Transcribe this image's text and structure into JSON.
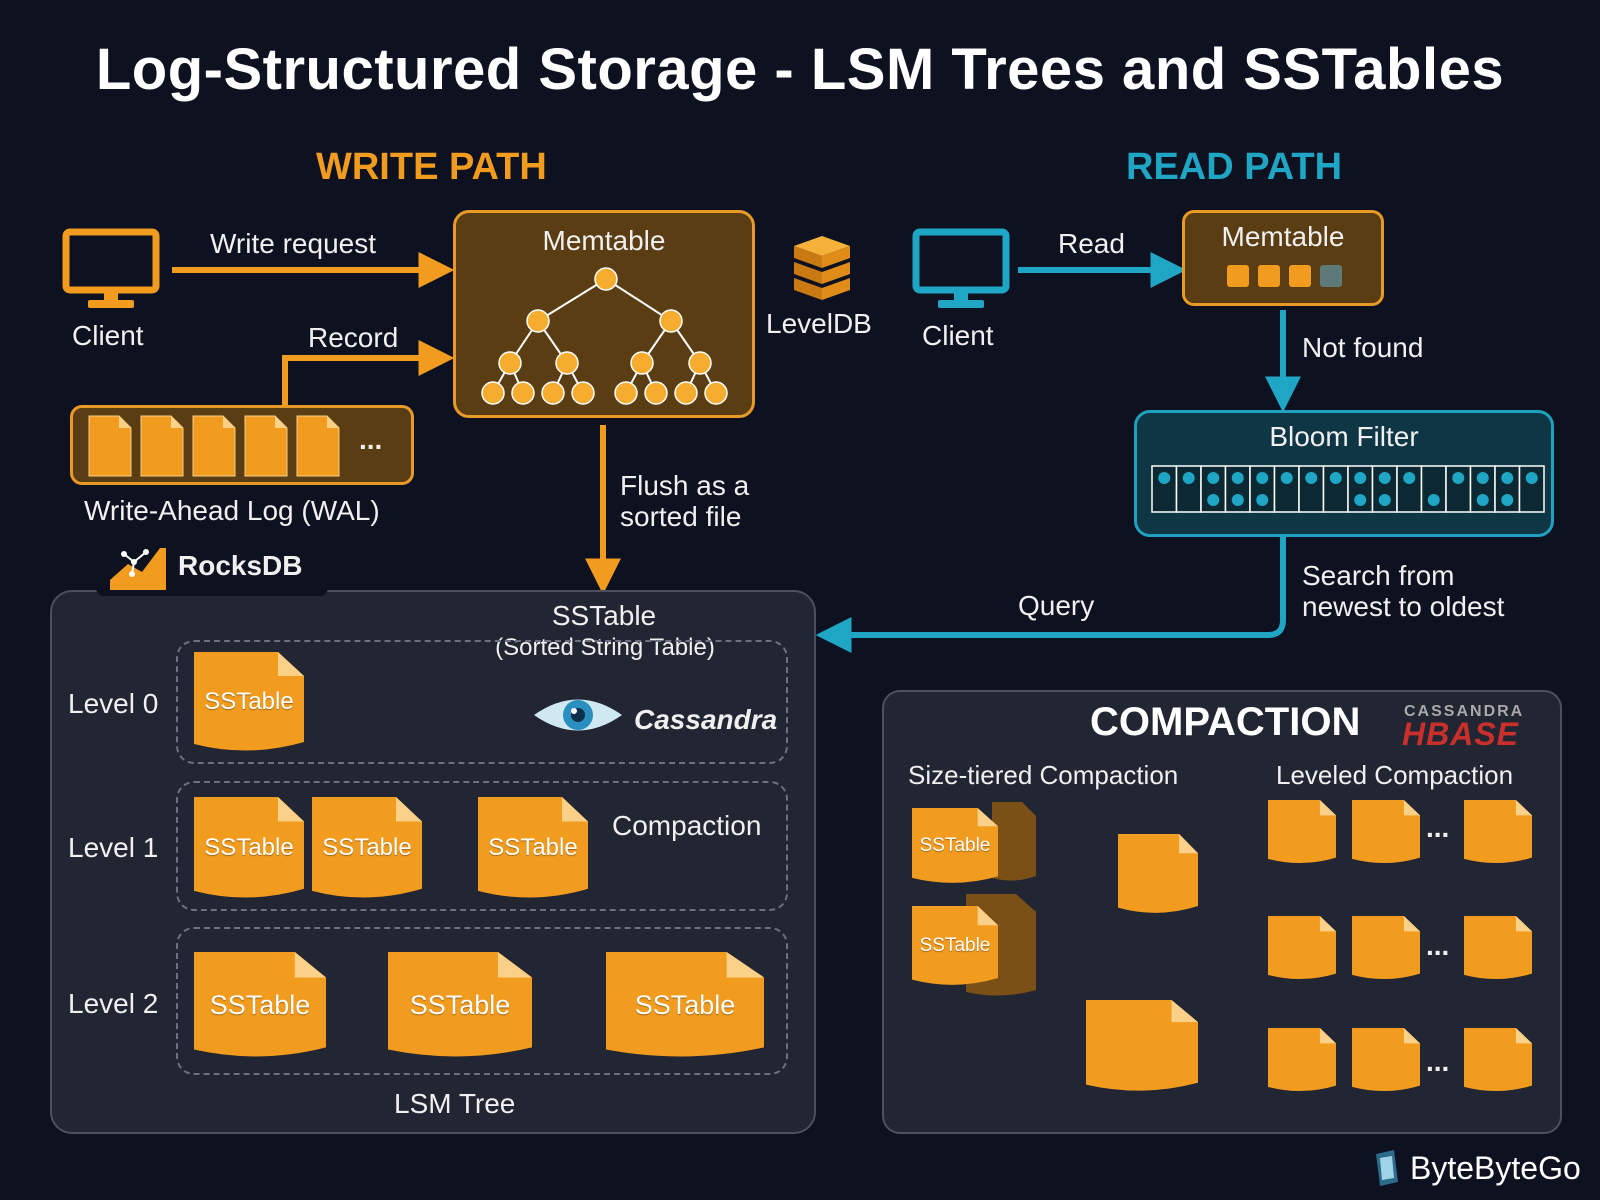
{
  "title": "Log-Structured Storage - LSM Trees and SSTables",
  "write_path": {
    "heading": "WRITE PATH",
    "client_label": "Client",
    "write_request": "Write request",
    "record": "Record",
    "memtable": "Memtable",
    "wal_label": "Write-Ahead Log (WAL)",
    "wal_ellipsis": "...",
    "flush": [
      "Flush as a",
      "sorted file"
    ],
    "leveldb": "LevelDB",
    "rocksdb": "RocksDB"
  },
  "read_path": {
    "heading": "READ PATH",
    "client_label": "Client",
    "read": "Read",
    "memtable": "Memtable",
    "not_found": "Not found",
    "bloom_filter": "Bloom Filter",
    "search_note": [
      "Search from",
      "newest to oldest"
    ],
    "query": "Query"
  },
  "lsm": {
    "sstable_title": "SSTable",
    "sstable_subtitle": "(Sorted String Table)",
    "cassandra": "Cassandra",
    "compaction_label": "Compaction",
    "footer": "LSM Tree",
    "levels": [
      "Level 0",
      "Level 1",
      "Level 2"
    ],
    "sstable": "SSTable"
  },
  "compaction": {
    "heading": "COMPACTION",
    "logo_top": "CASSANDRA",
    "logo_bottom": "HBASE",
    "size_tiered": "Size-tiered Compaction",
    "leveled": "Leveled Compaction",
    "sstable": "SSTable",
    "ellipsis": "..."
  },
  "brand": "ByteByteGo",
  "colors": {
    "background": "#0e1120",
    "orange": "#f29c1f",
    "teal": "#1fa6c4",
    "panel": "#222532"
  }
}
